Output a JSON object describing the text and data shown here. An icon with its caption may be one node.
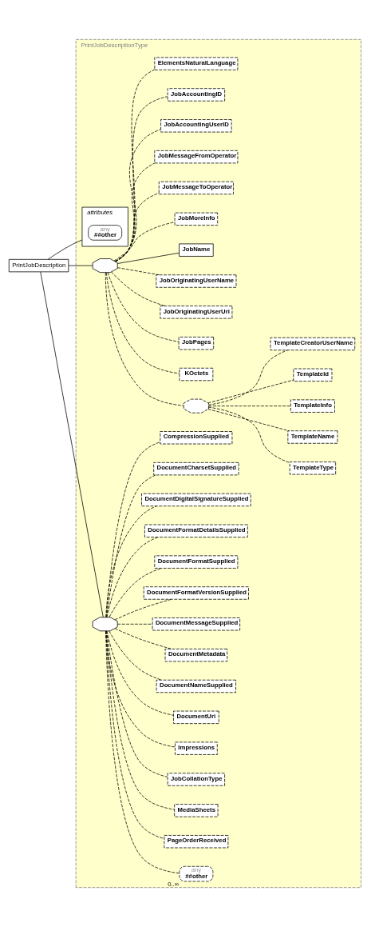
{
  "diagram": {
    "nodes": [
      {
        "text": [
          "PrintJobDescription"
        ]
      },
      {
        "text": [
          "PrintJobDescriptionType"
        ]
      },
      {
        "text": [
          "attributes"
        ],
        "in": 1
      },
      {
        "text": [
          "any",
          "##other"
        ],
        "in": 2
      },
      {
        "text": [],
        "shape": "octagon",
        "in": 1
      },
      {
        "text": [
          "ElementsNaturalLanguage"
        ],
        "in": 1
      },
      {
        "text": [
          "JobAccountingID"
        ],
        "in": 1
      },
      {
        "text": [
          "JobAccountingUserID"
        ],
        "in": 1
      },
      {
        "text": [
          "JobMessageFromOperator"
        ],
        "in": 1
      },
      {
        "text": [
          "JobMessageToOperator"
        ],
        "in": 1
      },
      {
        "text": [
          "JobMoreInfo"
        ],
        "in": 1
      },
      {
        "text": [
          "JobName"
        ],
        "in": 1
      },
      {
        "text": [
          "JobOriginatingUserName"
        ],
        "in": 1
      },
      {
        "text": [
          "JobOriginatingUserUri"
        ],
        "in": 1
      },
      {
        "text": [
          "JobPages"
        ],
        "in": 1
      },
      {
        "text": [
          "KOctets"
        ],
        "in": 1
      },
      {
        "text": [],
        "shape": "octagon",
        "in": 1
      },
      {
        "text": [
          "TemplateCreatorUserName"
        ],
        "in": 1
      },
      {
        "text": [
          "TemplateId"
        ],
        "in": 1
      },
      {
        "text": [
          "TemplateInfo"
        ],
        "in": 1
      },
      {
        "text": [
          "TemplateName"
        ],
        "in": 1
      },
      {
        "text": [
          "TemplateType"
        ],
        "in": 1
      },
      {
        "text": [],
        "shape": "octagon",
        "in": 1
      },
      {
        "text": [
          "CompressionSupplied"
        ],
        "in": 1
      },
      {
        "text": [
          "DocumentCharsetSupplied"
        ],
        "in": 1
      },
      {
        "text": [
          "DocumentDigitalSignatureSupplied"
        ],
        "in": 1
      },
      {
        "text": [
          "DocumentFormatDetailsSupplied"
        ],
        "in": 1
      },
      {
        "text": [
          "DocumentFormatSupplied"
        ],
        "in": 1
      },
      {
        "text": [
          "DocumentFormatVersionSupplied"
        ],
        "in": 1
      },
      {
        "text": [
          "DocumentMessageSupplied"
        ],
        "in": 1
      },
      {
        "text": [
          "DocumentMetadata"
        ],
        "in": 1
      },
      {
        "text": [
          "DocumentNameSupplied"
        ],
        "in": 1
      },
      {
        "text": [
          "DocumentUri"
        ],
        "in": 1
      },
      {
        "text": [
          "Impressions"
        ],
        "in": 1
      },
      {
        "text": [
          "JobCollationType"
        ],
        "in": 1
      },
      {
        "text": [
          "MediaSheets"
        ],
        "in": 1
      },
      {
        "text": [
          "PageOrderReceived"
        ],
        "in": 1
      },
      {
        "text": [
          "any",
          "##other"
        ],
        "beside": [
          "0..∞"
        ],
        "in": 1
      }
    ],
    "edges": [
      {
        "from": 0,
        "to": 2,
        "arrow": "none"
      },
      {
        "from": 0,
        "to": 4,
        "arrow": "none"
      },
      {
        "from": 0,
        "to": 22,
        "arrow": "none"
      },
      {
        "from": 4,
        "to": 5,
        "arrow": "none",
        "style": "dashed"
      },
      {
        "from": 4,
        "to": 6,
        "arrow": "none",
        "style": "dashed"
      },
      {
        "from": 4,
        "to": 7,
        "arrow": "none",
        "style": "dashed"
      },
      {
        "from": 4,
        "to": 8,
        "arrow": "none",
        "style": "dashed"
      },
      {
        "from": 4,
        "to": 9,
        "arrow": "none",
        "style": "dashed"
      },
      {
        "from": 4,
        "to": 10,
        "arrow": "none",
        "style": "dashed"
      },
      {
        "from": 4,
        "to": 11,
        "arrow": "none"
      },
      {
        "from": 4,
        "to": 12,
        "arrow": "none",
        "style": "dashed"
      },
      {
        "from": 4,
        "to": 13,
        "arrow": "none",
        "style": "dashed"
      },
      {
        "from": 4,
        "to": 14,
        "arrow": "none",
        "style": "dashed"
      },
      {
        "from": 4,
        "to": 15,
        "arrow": "none",
        "style": "dashed"
      },
      {
        "from": 4,
        "to": 16,
        "arrow": "none",
        "style": "dashed"
      },
      {
        "from": 16,
        "to": 17,
        "arrow": "none",
        "style": "dashed"
      },
      {
        "from": 16,
        "to": 18,
        "arrow": "none",
        "style": "dashed"
      },
      {
        "from": 16,
        "to": 19,
        "arrow": "none",
        "style": "dashed"
      },
      {
        "from": 16,
        "to": 20,
        "arrow": "none",
        "style": "dashed"
      },
      {
        "from": 16,
        "to": 21,
        "arrow": "none",
        "style": "dashed"
      },
      {
        "from": 22,
        "to": 23,
        "arrow": "none",
        "style": "dashed"
      },
      {
        "from": 22,
        "to": 24,
        "arrow": "none",
        "style": "dashed"
      },
      {
        "from": 22,
        "to": 25,
        "arrow": "none",
        "style": "dashed"
      },
      {
        "from": 22,
        "to": 26,
        "arrow": "none",
        "style": "dashed"
      },
      {
        "from": 22,
        "to": 27,
        "arrow": "none",
        "style": "dashed"
      },
      {
        "from": 22,
        "to": 28,
        "arrow": "none",
        "style": "dashed"
      },
      {
        "from": 22,
        "to": 29,
        "arrow": "none",
        "style": "dashed"
      },
      {
        "from": 22,
        "to": 30,
        "arrow": "none",
        "style": "dashed"
      },
      {
        "from": 22,
        "to": 31,
        "arrow": "none",
        "style": "dashed"
      },
      {
        "from": 22,
        "to": 32,
        "arrow": "none",
        "style": "dashed"
      },
      {
        "from": 22,
        "to": 33,
        "arrow": "none",
        "style": "dashed"
      },
      {
        "from": 22,
        "to": 34,
        "arrow": "none",
        "style": "dashed"
      },
      {
        "from": 22,
        "to": 35,
        "arrow": "none",
        "style": "dashed"
      },
      {
        "from": 22,
        "to": 36,
        "arrow": "none",
        "style": "dashed"
      },
      {
        "from": 22,
        "to": 37,
        "arrow": "none",
        "style": "dashed"
      }
    ]
  }
}
